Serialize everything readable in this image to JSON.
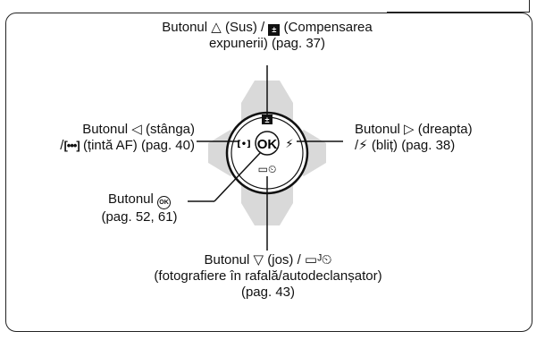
{
  "up": {
    "label": "Butonul",
    "arrow": "△",
    "name": "(Sus) /",
    "icon": "±",
    "suffix": "(Compensarea",
    "line2": "expunerii) (pag. 37)"
  },
  "left": {
    "label": "Butonul",
    "arrow": "◁",
    "name": "(stânga)",
    "line2_prefix": "/",
    "icon": "[•••]",
    "line2_suffix": "(țintă AF) (pag. 40)"
  },
  "right": {
    "label": "Butonul",
    "arrow": "▷",
    "name": "(dreapta)",
    "line2_prefix": "/",
    "icon": "⚡",
    "line2_suffix": "(bliț) (pag. 38)"
  },
  "ok": {
    "label": "Butonul",
    "icon": "OK",
    "line2": "(pag. 52, 61)"
  },
  "down": {
    "label": "Butonul",
    "arrow": "▽",
    "name": "(jos) /",
    "icon": "▭ᴶ⏲",
    "line2": "(fotografiere în rafală/autodeclanșator)",
    "line3": "(pag. 43)"
  },
  "dial": {
    "center": "OK",
    "top_icon": "±",
    "left_icon": "[•]",
    "right_icon": "⚡",
    "bottom_icon": "▭⏲"
  }
}
